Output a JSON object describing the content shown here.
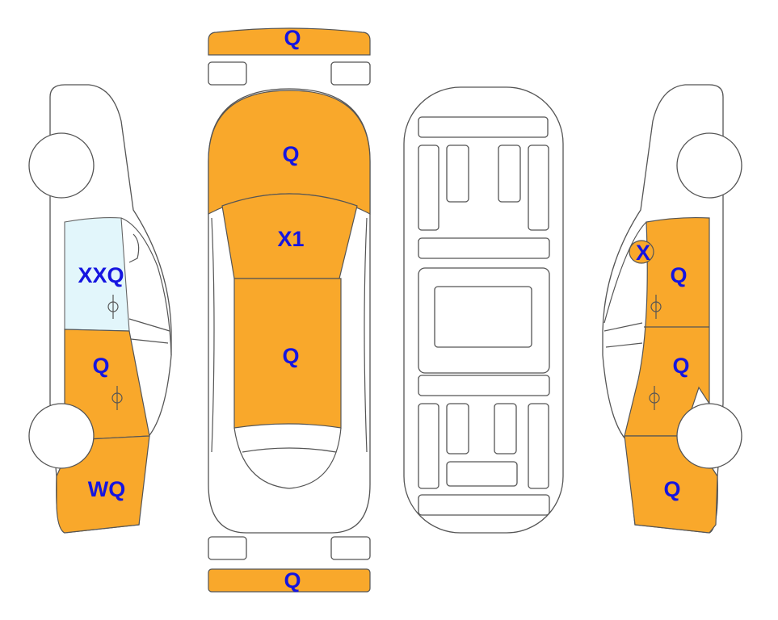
{
  "colors": {
    "damage_fill": "#F9A82B",
    "glass_fill": "#E2F6FB",
    "label": "#1515E0"
  },
  "labels": {
    "front_bumper": "Q",
    "hood": "Q",
    "windshield": "X1",
    "roof": "Q",
    "rear_bumper": "Q",
    "left_window": "XXQ",
    "left_door": "Q",
    "left_fender": "WQ",
    "right_mirror": "X",
    "right_front_door": "Q",
    "right_rear_door": "Q",
    "right_fender": "Q"
  }
}
